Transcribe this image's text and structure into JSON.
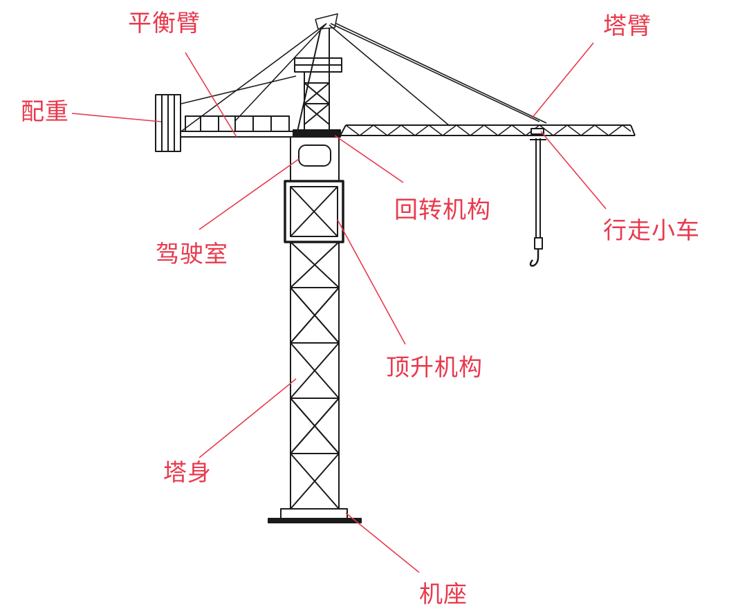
{
  "colors": {
    "structure": "#1a1a1a",
    "callout": "#e8394d"
  },
  "labels": {
    "counterweight": "配重",
    "counter_jib": "平衡臂",
    "jib": "塔臂",
    "slewing_mechanism": "回转机构",
    "trolley": "行走小车",
    "cab": "驾驶室",
    "climbing_mechanism": "顶升机构",
    "tower_body": "塔身",
    "base": "机座"
  }
}
